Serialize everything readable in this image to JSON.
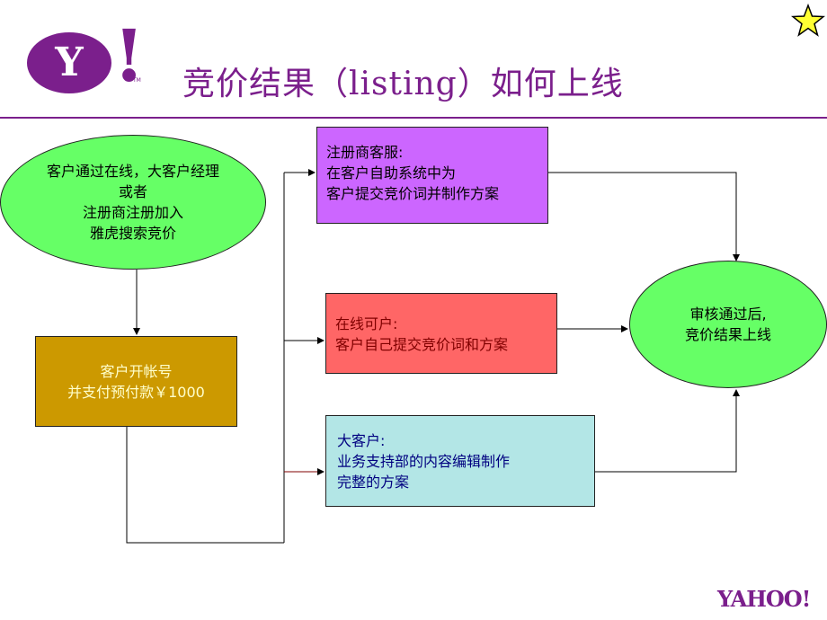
{
  "header": {
    "logo_letter": "Y",
    "logo_bang": "!",
    "logo_tm": "TM",
    "title": "竞价结果（listing）如何上线",
    "star_icon": "star-icon"
  },
  "nodes": {
    "online_entry": {
      "lines": [
        "客户通过在线，大客户经理",
        "或者",
        "注册商注册加入",
        "雅虎搜索竞价"
      ],
      "color": "#66ff66"
    },
    "open_account": {
      "lines": [
        "客户开帐号",
        "并支付预付款￥1000"
      ],
      "color": "#cc9900"
    },
    "registrar_service": {
      "lines": [
        "注册商客服:",
        "在客户自助系统中为",
        "客户提交竞价词并制作方案"
      ],
      "color": "#cc66ff"
    },
    "online_self": {
      "lines": [
        "在线可户:",
        "客户自己提交竞价词和方案"
      ],
      "color": "#ff6666"
    },
    "key_account": {
      "lines": [
        "大客户:",
        "业务支持部的内容编辑制作",
        "完整的方案"
      ],
      "color": "#b3e6e6"
    },
    "approved": {
      "lines": [
        "审核通过后,",
        "竞价结果上线"
      ],
      "color": "#66ff66"
    }
  },
  "footer": {
    "brand": "YAHOO!"
  },
  "colors": {
    "brand_purple": "#7b1f8c"
  }
}
